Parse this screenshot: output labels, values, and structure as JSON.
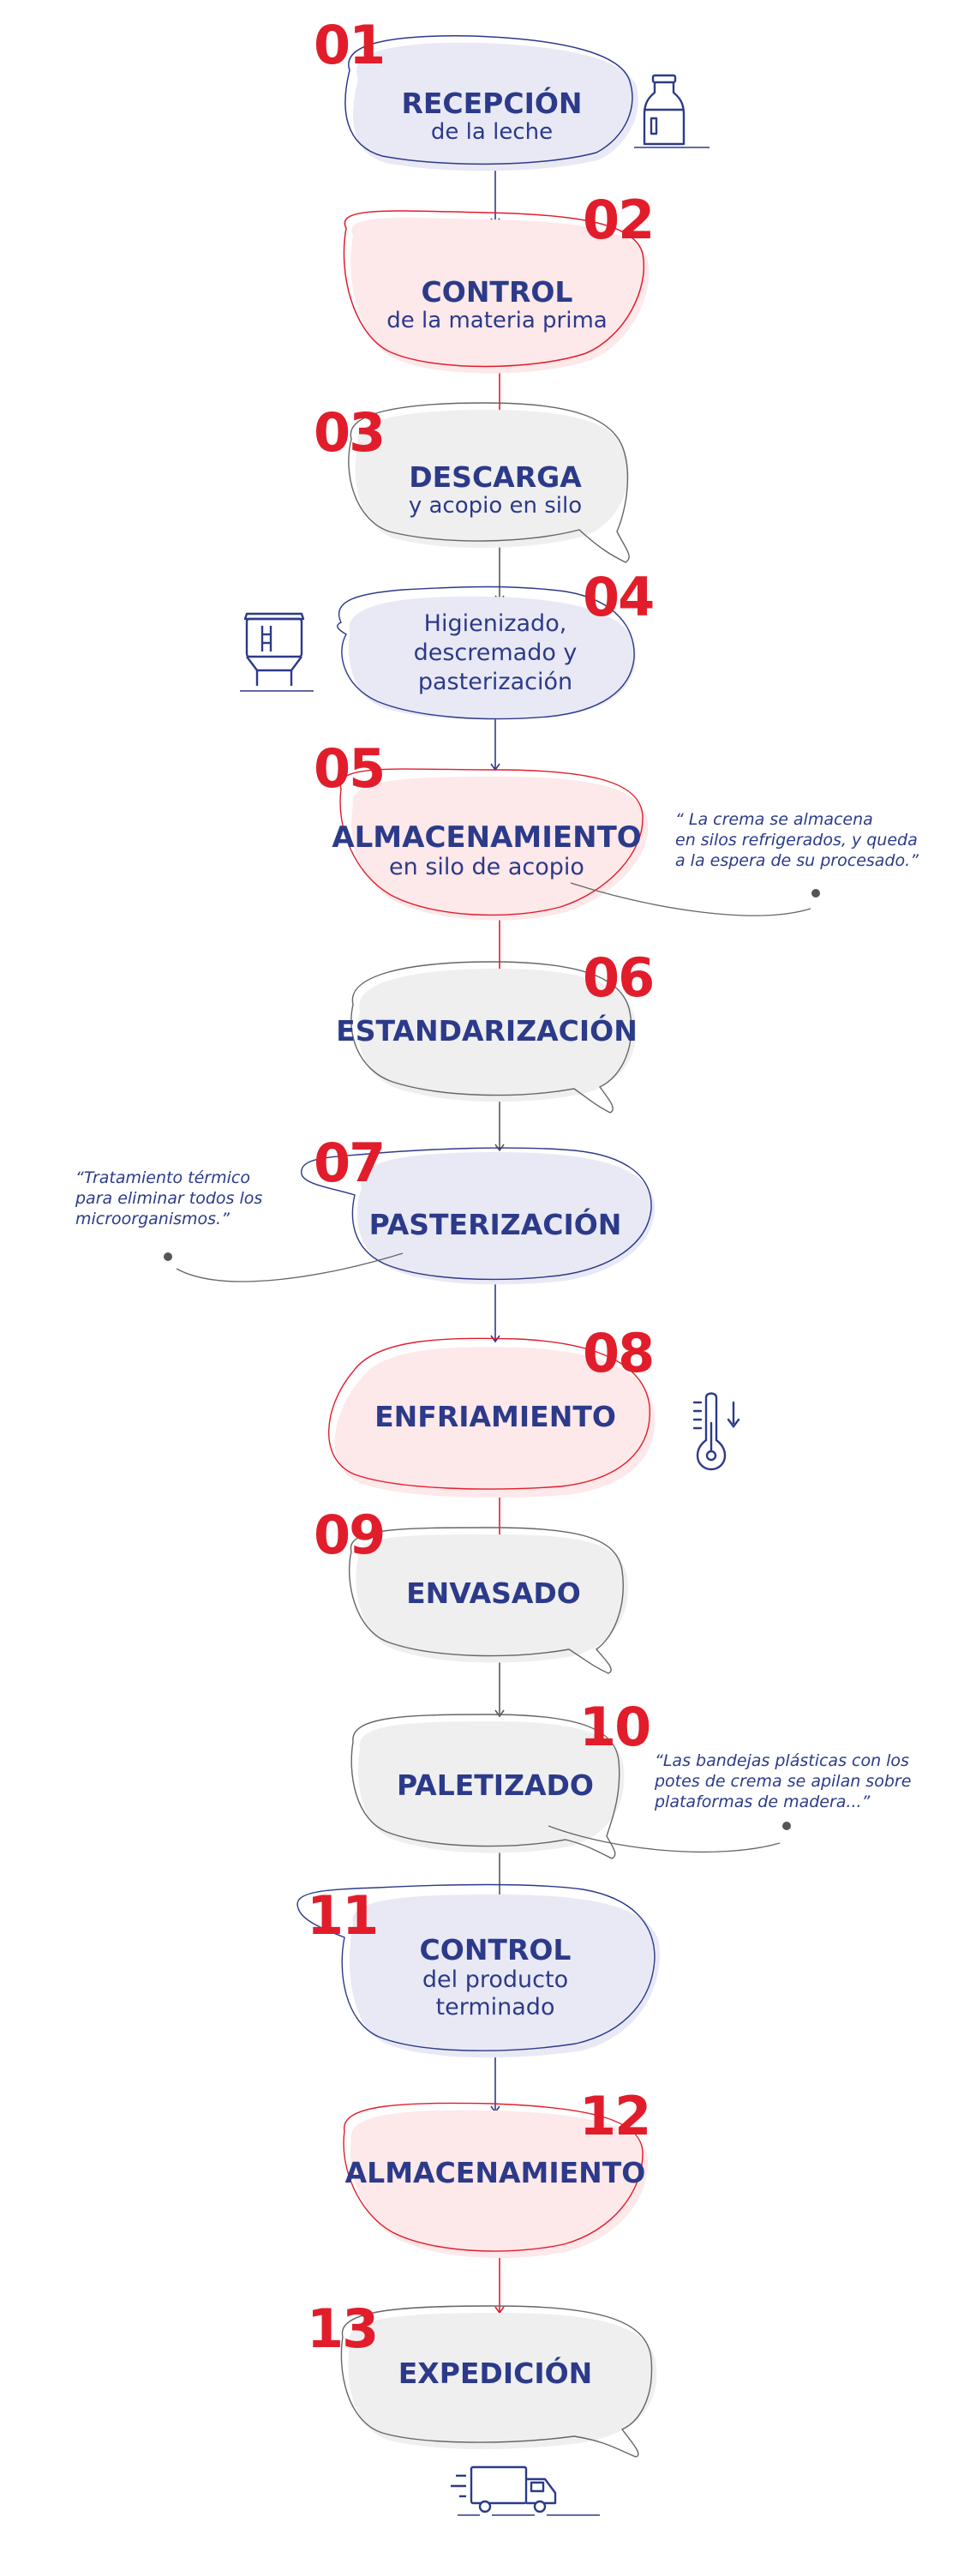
{
  "colors": {
    "blue": "#2c3a8a",
    "red": "#e11d2b",
    "fill_blue": "#e9e9f5",
    "fill_red": "#fde8ea",
    "fill_gray": "#efefef",
    "outline_gray": "#7a7a7a"
  },
  "steps": [
    {
      "num": "01",
      "title": "RECEPCIÓN",
      "sub": "de la leche"
    },
    {
      "num": "02",
      "title": "CONTROL",
      "sub": "de la materia prima"
    },
    {
      "num": "03",
      "title": "DESCARGA",
      "sub": "y acopio en silo"
    },
    {
      "num": "04",
      "line1": "Higienizado,",
      "line2": "descremado y",
      "line3": "pasterización"
    },
    {
      "num": "05",
      "title": "ALMACENAMIENTO",
      "sub": "en silo de acopio"
    },
    {
      "num": "06",
      "title": "ESTANDARIZACIÓN"
    },
    {
      "num": "07",
      "title": "PASTERIZACIÓN"
    },
    {
      "num": "08",
      "title": "ENFRIAMIENTO"
    },
    {
      "num": "09",
      "title": "ENVASADO"
    },
    {
      "num": "10",
      "title": "PALETIZADO"
    },
    {
      "num": "11",
      "title": "CONTROL",
      "line1": "del producto",
      "line2": "terminado"
    },
    {
      "num": "12",
      "title": "ALMACENAMIENTO"
    },
    {
      "num": "13",
      "title": "EXPEDICIÓN"
    }
  ],
  "notes": {
    "n5": {
      "l1": "“ La crema se almacena",
      "l2": "en silos refrigerados, y queda",
      "l3": "a la espera de su procesado.”"
    },
    "n7": {
      "l1": "“Tratamiento térmico",
      "l2": "para eliminar todos los",
      "l3": "microorganismos.”"
    },
    "n10": {
      "l1": "“Las bandejas plásticas con los",
      "l2": "potes de crema se apilan sobre",
      "l3": "plataformas de madera...”"
    }
  },
  "icons": [
    "milk-bottle-icon",
    "silo-tank-icon",
    "thermometer-icon",
    "delivery-truck-icon"
  ]
}
